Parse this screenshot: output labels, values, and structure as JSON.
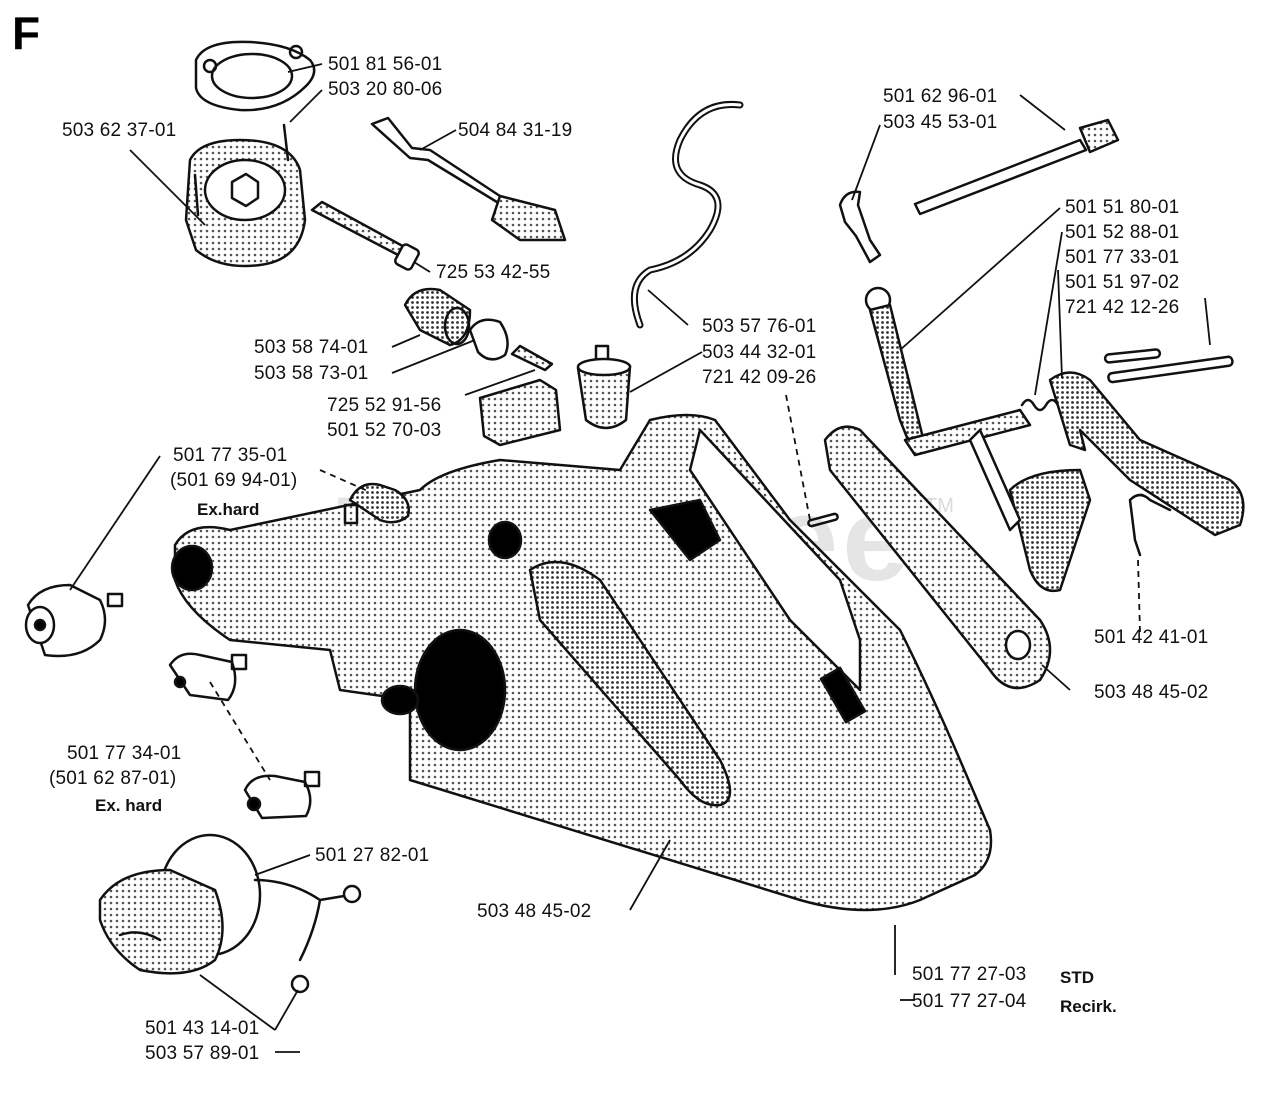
{
  "section_letter": "F",
  "watermark": "PartsTree",
  "watermark_tm": "TM",
  "part_labels": [
    "501 81 56-01",
    "503 20 80-06",
    "503 62 37-01",
    "504 84 31-19",
    "725 53 42-55",
    "503 58 74-01",
    "503 58 73-01",
    "725 52 91-56",
    "501 52 70-03",
    "503 57 76-01",
    "503 44 32-01",
    "721 42 09-26",
    "501 62 96-01",
    "503 45 53-01",
    "501 51 80-01",
    "501 52 88-01",
    "501 77 33-01",
    "501 51 97-02",
    "721 42 12-26",
    "501 77 35-01",
    "(501 69 94-01)",
    "501 42 41-01",
    "503 48 45-02",
    "501 77 34-01",
    "(501 62 87-01)",
    "501 27 82-01",
    "503 48 45-02",
    "501 77 27-03",
    "501 77 27-04",
    "501 43 14-01",
    "503 57 89-01"
  ],
  "notes": {
    "exhard_1": "Ex.hard",
    "exhard_2": "Ex. hard",
    "std": "STD",
    "recirk": "Recirk."
  },
  "colors": {
    "ink": "#111111",
    "paper": "#ffffff",
    "screen_gray": "#d9d9d9"
  }
}
